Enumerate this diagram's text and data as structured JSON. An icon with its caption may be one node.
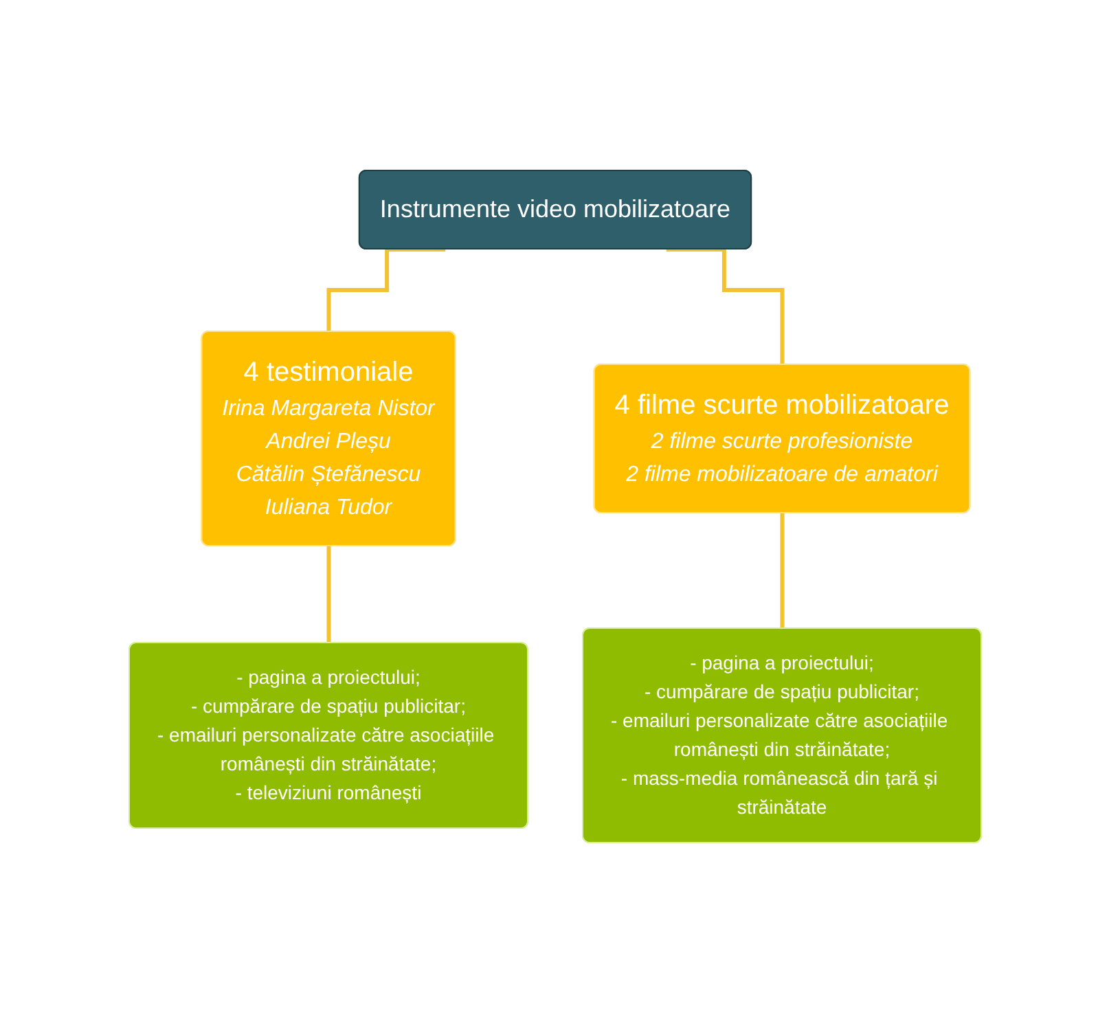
{
  "diagram": {
    "nodes": [
      {
        "text": [
          "Instrumente video mobilizatoare"
        ]
      },
      {
        "text": [
          "4 testimoniale",
          "Irina Margareta Nistor",
          "Andrei Pleșu",
          "Cătălin Ștefănescu",
          "Iuliana Tudor"
        ]
      },
      {
        "text": [
          "4 filme scurte mobilizatoare",
          "2 filme scurte profesioniste",
          "2 filme mobilizatoare de amatori"
        ]
      },
      {
        "text": [
          "- pagina a proiectului;",
          "- cumpărare de spațiu publicitar;",
          "- emailuri personalizate către asociațiile românești din străinătate;",
          "- televiziuni românești"
        ]
      },
      {
        "text": [
          "- pagina a proiectului;",
          "- cumpărare de spațiu publicitar;",
          "- emailuri personalizate către asociațiile românești din străinătate;",
          "- mass-media românească din țară și străinătate"
        ]
      }
    ],
    "edges": [
      {
        "from": 0,
        "to": 1,
        "arrow": "none"
      },
      {
        "from": 0,
        "to": 2,
        "arrow": "none"
      },
      {
        "from": 1,
        "to": 3,
        "arrow": "none"
      },
      {
        "from": 2,
        "to": 4,
        "arrow": "none"
      }
    ]
  }
}
